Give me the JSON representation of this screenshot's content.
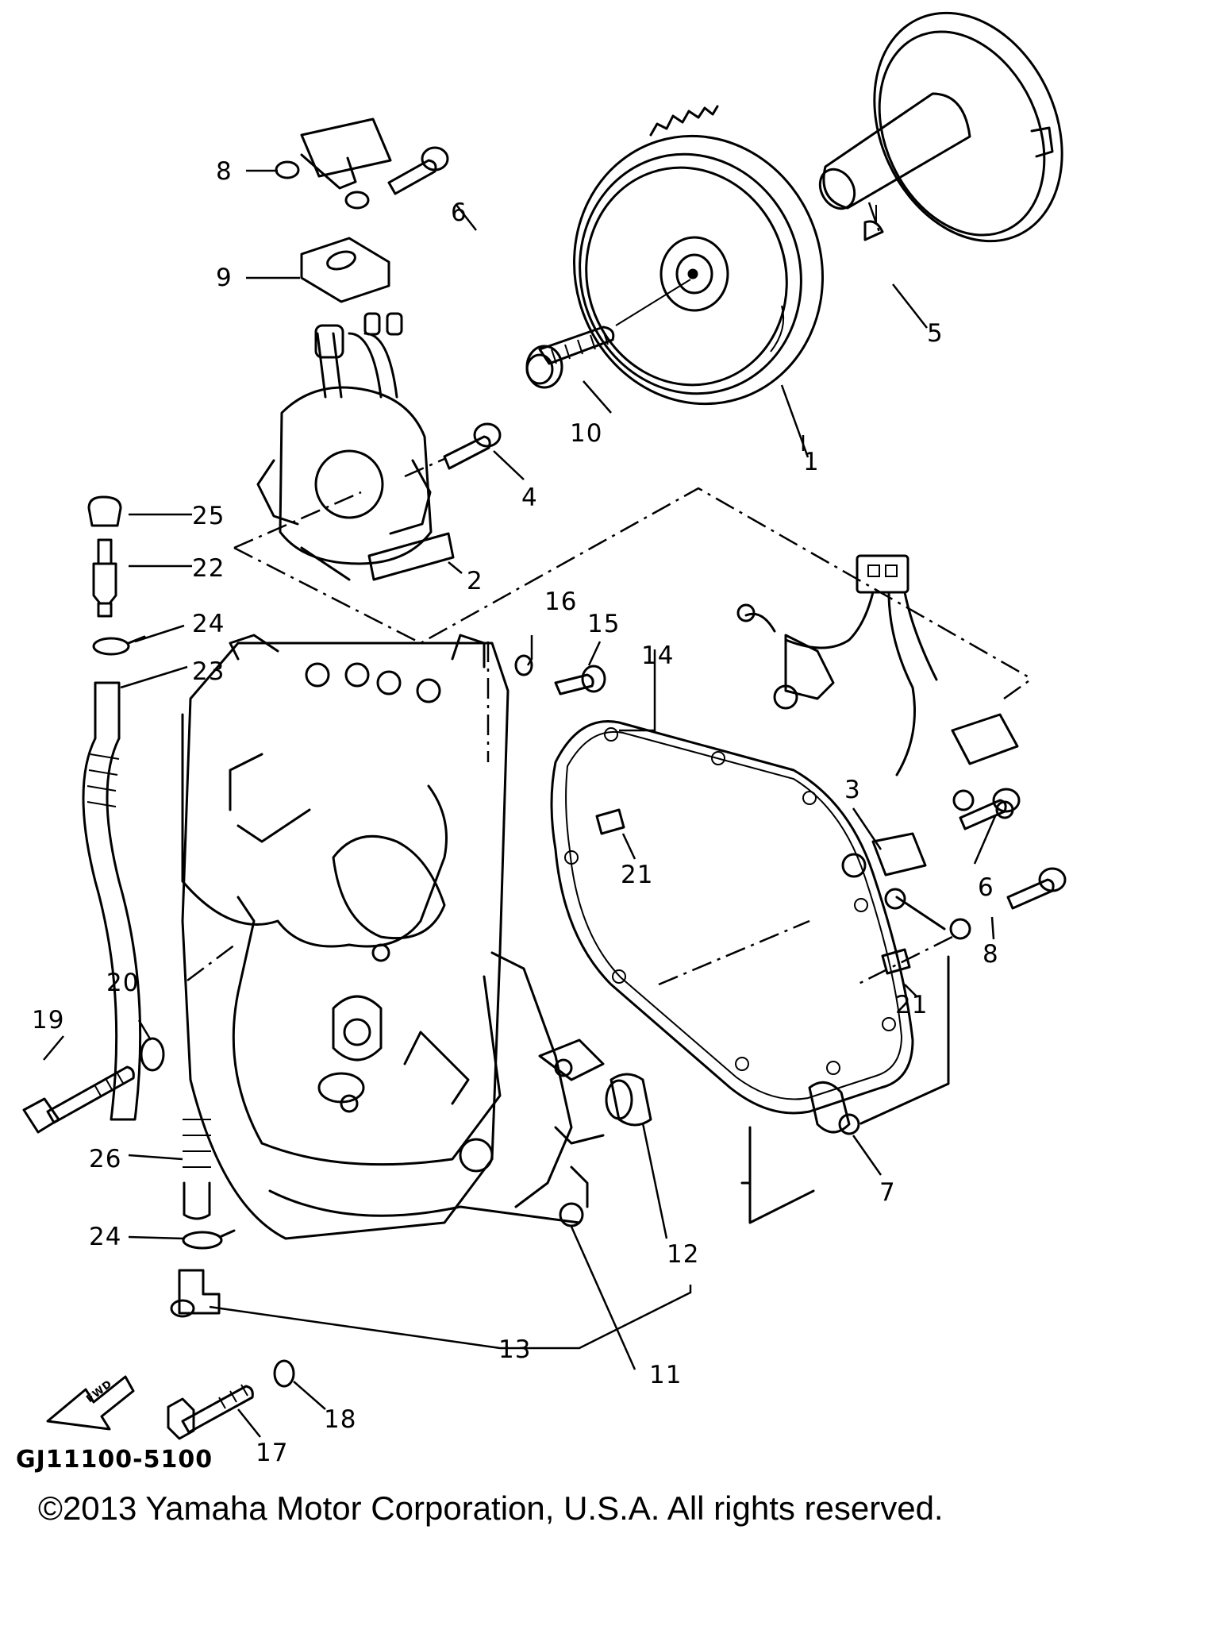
{
  "callouts": {
    "c1": "1",
    "c2": "2",
    "c3": "3",
    "c4": "4",
    "c5": "5",
    "c6a": "6",
    "c6b": "6",
    "c7": "7",
    "c8a": "8",
    "c8b": "8",
    "c9": "9",
    "c10": "10",
    "c11": "11",
    "c12": "12",
    "c13": "13",
    "c14": "14",
    "c15": "15",
    "c16": "16",
    "c17": "17",
    "c18": "18",
    "c19": "19",
    "c20": "20",
    "c21a": "21",
    "c21b": "21",
    "c22": "22",
    "c23": "23",
    "c24a": "24",
    "c24b": "24",
    "c25": "25",
    "c26": "26"
  },
  "fwd_arrow_text": "FWD",
  "catalog_code": "GJ11100-5100",
  "copyright": "©2013 Yamaha Motor Corporation, U.S.A. All rights reserved."
}
